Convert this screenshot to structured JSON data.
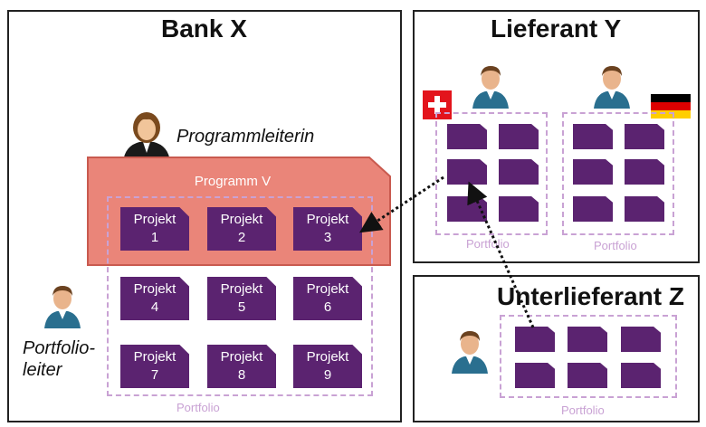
{
  "bank": {
    "title": "Bank X",
    "program_manager_label": "Programmleiterin",
    "portfolio_manager_label_line1": "Portfolio-",
    "portfolio_manager_label_line2": "leiter",
    "program_label": "Programm V",
    "portfolio_label": "Portfolio",
    "projects": [
      {
        "line1": "Projekt",
        "line2": "1"
      },
      {
        "line1": "Projekt",
        "line2": "2"
      },
      {
        "line1": "Projekt",
        "line2": "3"
      },
      {
        "line1": "Projekt",
        "line2": "4"
      },
      {
        "line1": "Projekt",
        "line2": "5"
      },
      {
        "line1": "Projekt",
        "line2": "6"
      },
      {
        "line1": "Projekt",
        "line2": "7"
      },
      {
        "line1": "Projekt",
        "line2": "8"
      },
      {
        "line1": "Projekt",
        "line2": "9"
      }
    ]
  },
  "supplier": {
    "title": "Lieferant Y",
    "portfolio_left_label": "Portfolio",
    "portfolio_right_label": "Portfolio"
  },
  "subcontractor": {
    "title": "Unterlieferant Z",
    "portfolio_label": "Portfolio"
  },
  "colors": {
    "program_fill": "#ea8579",
    "program_border": "#c95a4f",
    "project_fill": "#5b2370",
    "portfolio_dash": "#c9a2d4",
    "swiss_red": "#e3141c"
  },
  "icons": [
    "woman-manager-icon",
    "man-icon",
    "swiss-flag-icon",
    "german-flag-icon"
  ]
}
